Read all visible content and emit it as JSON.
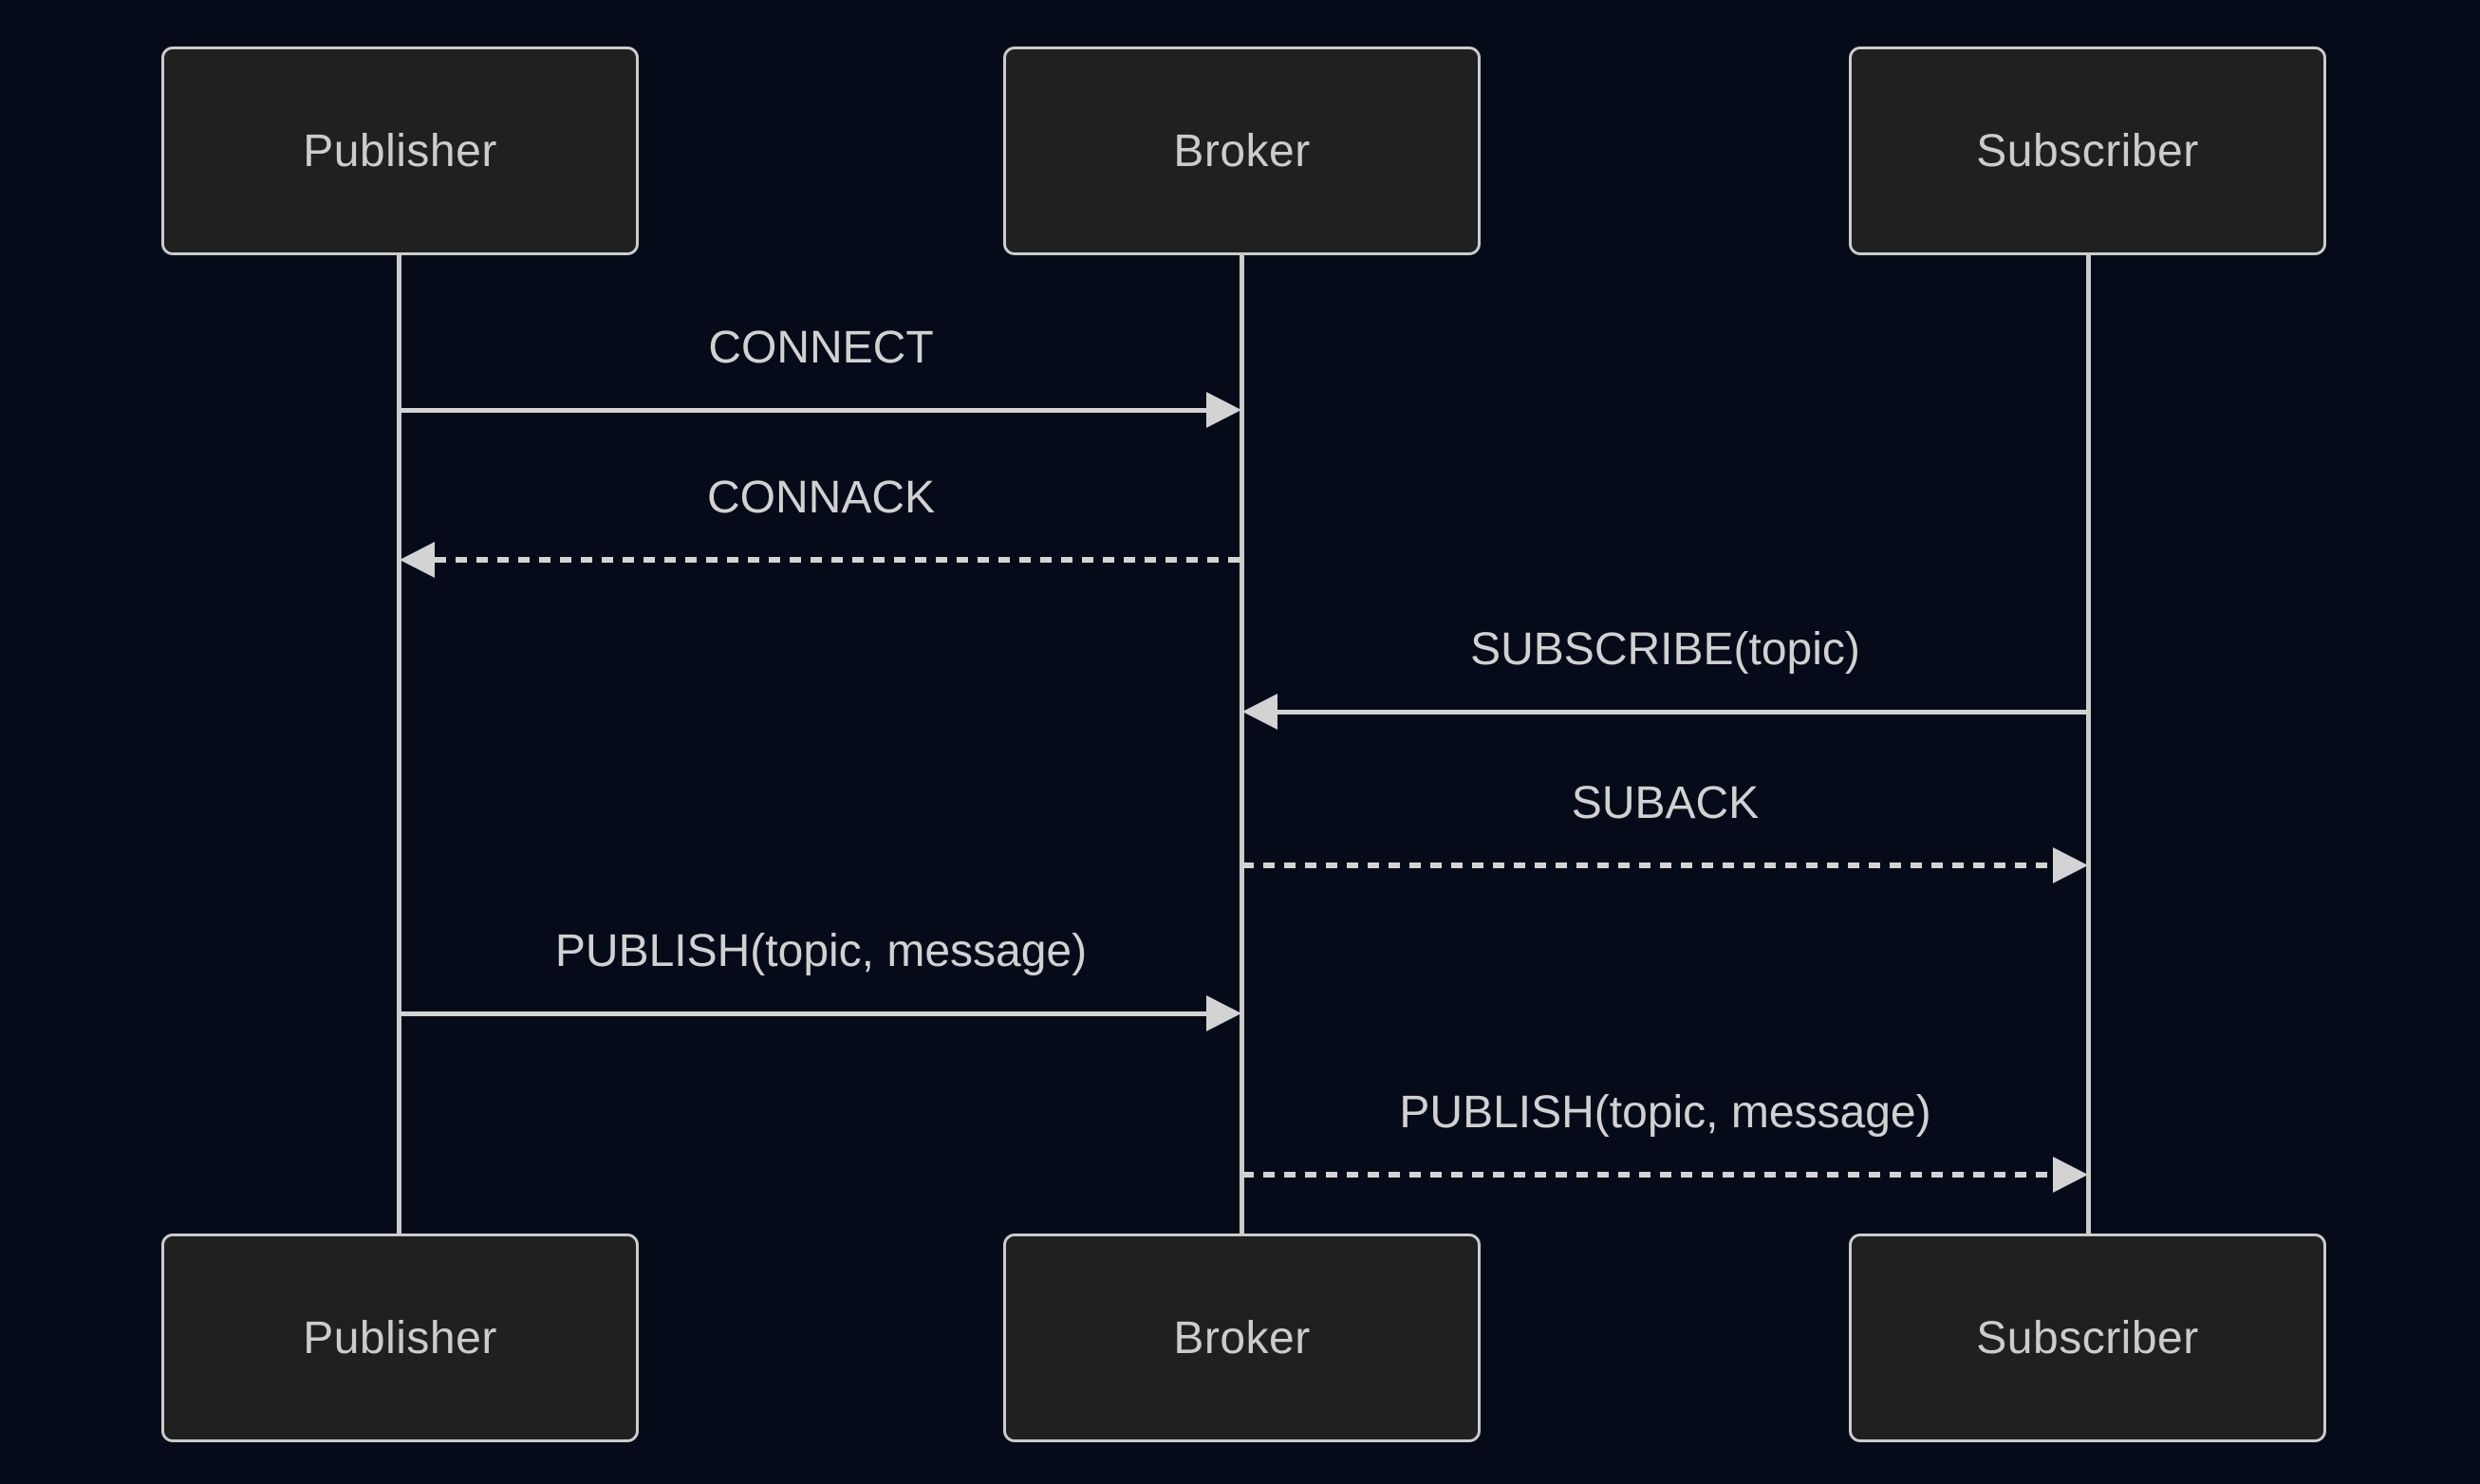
{
  "diagram": {
    "type": "sequence",
    "actors": [
      {
        "id": "publisher",
        "label": "Publisher"
      },
      {
        "id": "broker",
        "label": "Broker"
      },
      {
        "id": "subscriber",
        "label": "Subscriber"
      }
    ],
    "messages": [
      {
        "from": "publisher",
        "to": "broker",
        "label": "CONNECT",
        "line": "solid"
      },
      {
        "from": "broker",
        "to": "publisher",
        "label": "CONNACK",
        "line": "dashed"
      },
      {
        "from": "subscriber",
        "to": "broker",
        "label": "SUBSCRIBE(topic)",
        "line": "solid"
      },
      {
        "from": "broker",
        "to": "subscriber",
        "label": "SUBACK",
        "line": "dashed"
      },
      {
        "from": "publisher",
        "to": "broker",
        "label": "PUBLISH(topic, message)",
        "line": "solid"
      },
      {
        "from": "broker",
        "to": "subscriber",
        "label": "PUBLISH(topic, message)",
        "line": "dashed"
      }
    ]
  },
  "theme": {
    "background": "#060b19",
    "actor_fill": "#1f2020",
    "actor_border": "#cccccc",
    "actor_text": "#cccccc",
    "message_text": "#d1d1d1",
    "line_color": "#d3d3d3"
  }
}
